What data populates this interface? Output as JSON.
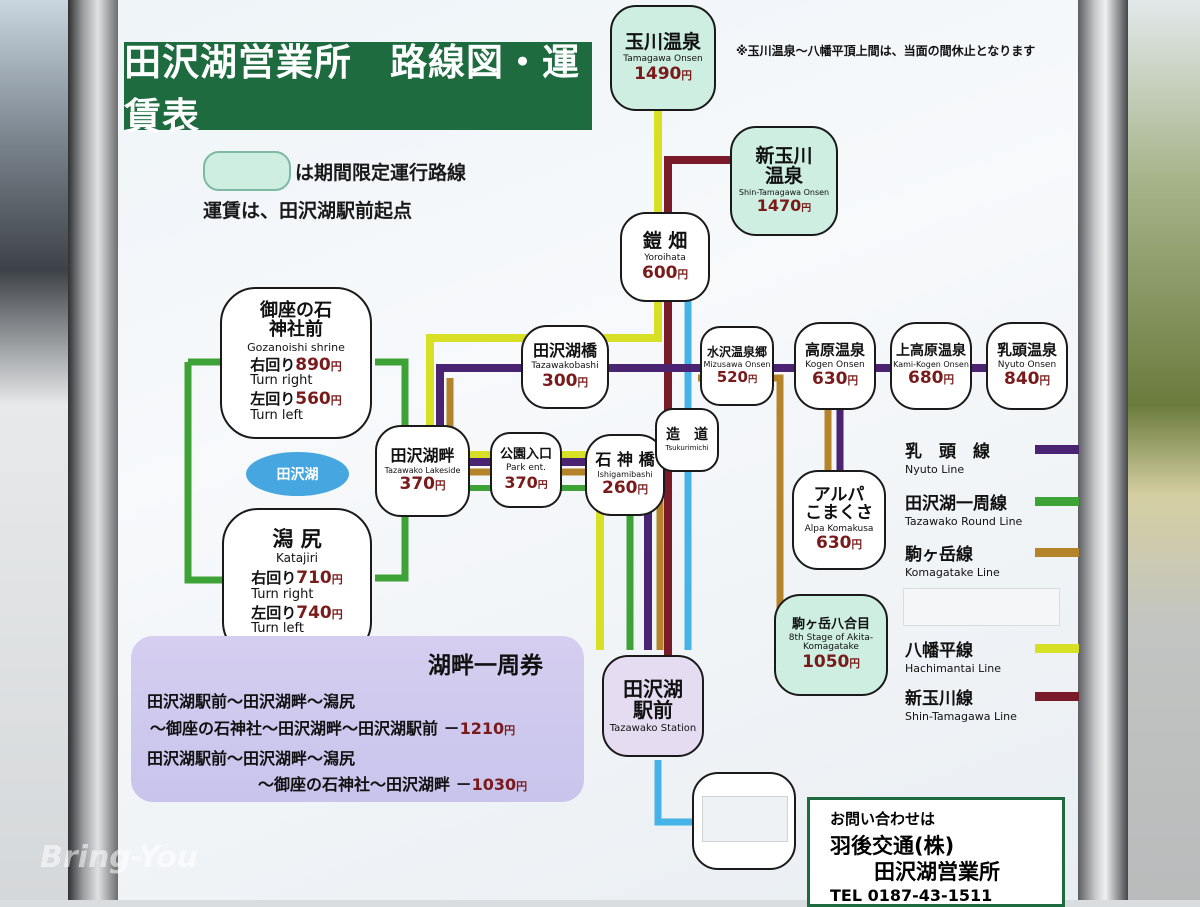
{
  "title": "田沢湖営業所　路線図・運賃表",
  "notes": {
    "seasonal_legend": "は期間限定運行路線",
    "fare_basis": "運賃は、田沢湖駅前起点",
    "suspension": "※玉川温泉～八幡平頂上間は、当面の間休止となります"
  },
  "lake_label": "田沢湖",
  "stops": {
    "tamagawa": {
      "jp": "玉川温泉",
      "en": "Tamagawa Onsen",
      "fare": "1490",
      "unit": "円"
    },
    "shintamagawa": {
      "jp1": "新玉川",
      "jp2": "温泉",
      "en": "Shin-Tamagawa Onsen",
      "fare": "1470",
      "unit": "円"
    },
    "yoroihata": {
      "jp": "鎧 畑",
      "en": "Yoroihata",
      "fare": "600",
      "unit": "円"
    },
    "tazawakobashi": {
      "jp": "田沢湖橋",
      "en": "Tazawakobashi",
      "fare": "300",
      "unit": "円"
    },
    "mizusawa": {
      "jp": "水沢温泉郷",
      "en": "Mizusawa Onsen",
      "fare": "520",
      "unit": "円"
    },
    "kogen": {
      "jp": "高原温泉",
      "en": "Kogen Onsen",
      "fare": "630",
      "unit": "円"
    },
    "kamikogen": {
      "jp": "上高原温泉",
      "en": "Kami-Kogen Onsen",
      "fare": "680",
      "unit": "円"
    },
    "nyuto": {
      "jp": "乳頭温泉",
      "en": "Nyuto Onsen",
      "fare": "840",
      "unit": "円"
    },
    "gozanoishi": {
      "jp1": "御座の石",
      "jp2": "神社前",
      "en": "Gozanoishi shrine",
      "cw": "右回り",
      "cw_fare": "890",
      "cw_en": "Turn right",
      "ccw": "左回り",
      "ccw_fare": "560",
      "ccw_en": "Turn left",
      "unit": "円"
    },
    "katajiri": {
      "jp": "潟 尻",
      "en": "Katajiri",
      "cw": "右回り",
      "cw_fare": "710",
      "cw_en": "Turn right",
      "ccw": "左回り",
      "ccw_fare": "740",
      "ccw_en": "Turn left",
      "unit": "円"
    },
    "lakeside": {
      "jp": "田沢湖畔",
      "en": "Tazawako Lakeside",
      "fare": "370",
      "unit": "円"
    },
    "park": {
      "jp": "公園入口",
      "en": "Park ent.",
      "fare": "370",
      "unit": "円"
    },
    "ishigamibashi": {
      "jp": "石 神 橋",
      "en": "Ishigamibashi",
      "fare": "260",
      "unit": "円"
    },
    "tsukurimichi": {
      "jp": "造　道",
      "en": "Tsukurimichi"
    },
    "alpa": {
      "jp1": "アルパ",
      "jp2": "こまくさ",
      "en": "Alpa Komakusa",
      "fare": "630",
      "unit": "円"
    },
    "komagatake8": {
      "jp": "駒ヶ岳八合目",
      "en1": "8th Stage of Akita-",
      "en2": "Komagatake",
      "fare": "1050",
      "unit": "円"
    },
    "station": {
      "jp1": "田沢湖",
      "jp2": "駅前",
      "en": "Tazawako Station"
    }
  },
  "legend": [
    {
      "jp": "乳　頭　線",
      "en": "Nyuto Line",
      "color": "#4a2372"
    },
    {
      "jp": "田沢湖一周線",
      "en": "Tazawako Round Line",
      "color": "#3ea337"
    },
    {
      "jp": "駒ヶ岳線",
      "en": "Komagatake Line",
      "color": "#b5842a"
    },
    {
      "jp": "八幡平線",
      "en": "Hachimantai Line",
      "color": "#d8e026"
    },
    {
      "jp": "新玉川線",
      "en": "Shin-Tamagawa Line",
      "color": "#7a1b2a"
    }
  ],
  "ticket": {
    "title": "湖畔一周券",
    "route1a": "田沢湖駅前～田沢湖畔～潟尻",
    "route1b": "～御座の石神社～田沢湖畔～田沢湖駅前",
    "fare1": "1210",
    "route2a": "田沢湖駅前～田沢湖畔～潟尻",
    "route2b": "～御座の石神社～田沢湖畔",
    "fare2": "1030",
    "dash": "－",
    "unit": "円"
  },
  "contact": {
    "heading": "お問い合わせは",
    "company": "羽後交通(株)",
    "office": "田沢湖営業所",
    "tel": "TEL 0187-43-1511"
  },
  "watermark": "Bring-You"
}
